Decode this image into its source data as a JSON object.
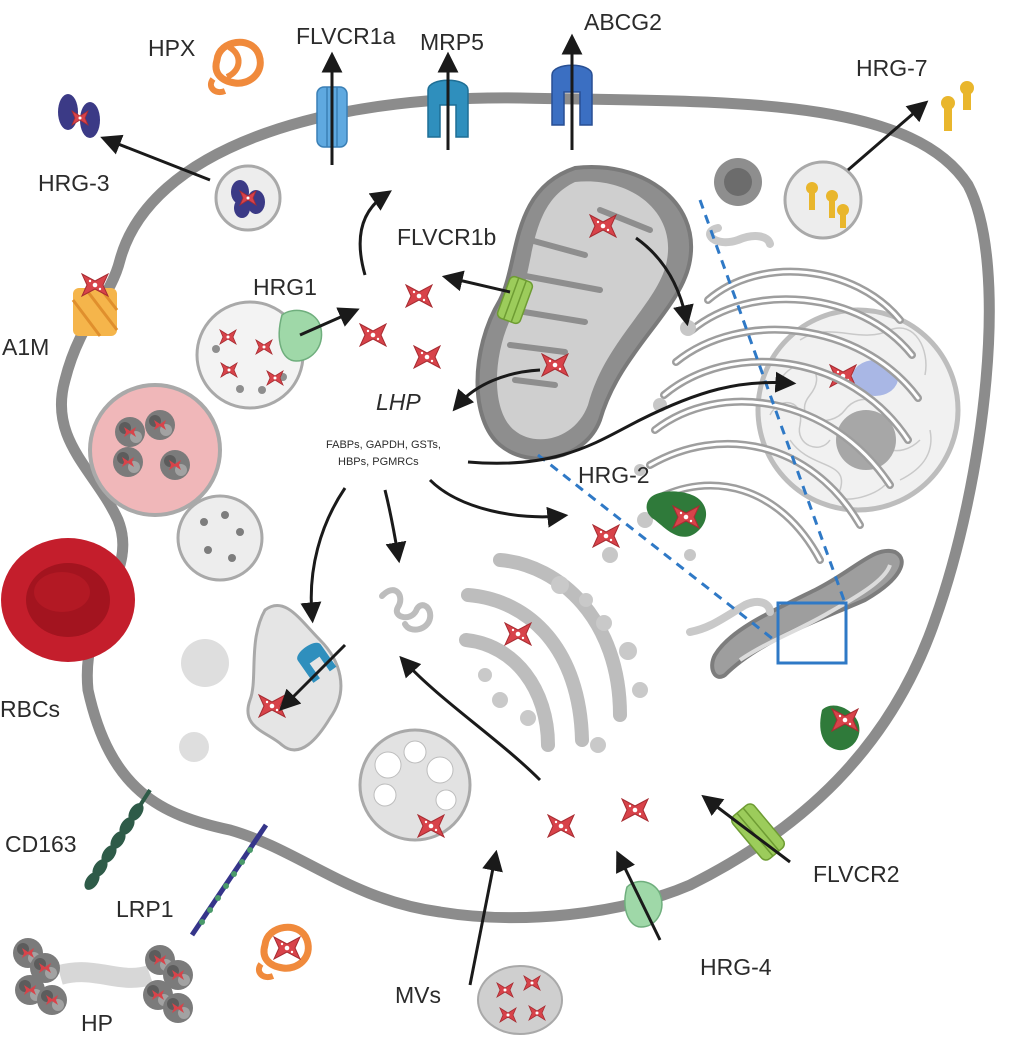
{
  "diagram": {
    "labels": {
      "hpx": "HPX",
      "flvcr1a": "FLVCR1a",
      "mrp5": "MRP5",
      "abcg2": "ABCG2",
      "hrg7": "HRG-7",
      "hrg3": "HRG-3",
      "flvcr1b": "FLVCR1b",
      "hrg1": "HRG1",
      "a1m": "A1M",
      "lhp": "LHP",
      "lhp_members_line1": "FABPs, GAPDH, GSTs,",
      "lhp_members_line2": "HBPs, PGMRCs",
      "hrg2": "HRG-2",
      "rbcs": "RBCs",
      "cd163": "CD163",
      "lrp1": "LRP1",
      "hp": "HP",
      "mvs": "MVs",
      "hrg4": "HRG-4",
      "flvcr2": "FLVCR2"
    },
    "colors": {
      "heme": "#d8434a",
      "membrane": "#8c8c8c",
      "organelle": "#bdbdbd",
      "hpx_orange": "#f08a3c",
      "flvcr1a_blue": "#5fa9e0",
      "mrp5_blue": "#2f8fbd",
      "abcg2_blue": "#3b6fc2",
      "hrg7_yellow": "#e9b62c",
      "hrg3_navy": "#3b3a86",
      "flvcr_green": "#9ccc5b",
      "hrg_mint": "#9fd8a8",
      "hrg2_green": "#2f7a3a",
      "rbc_red": "#c41e2c",
      "roi_blue": "#2f79c6"
    }
  }
}
